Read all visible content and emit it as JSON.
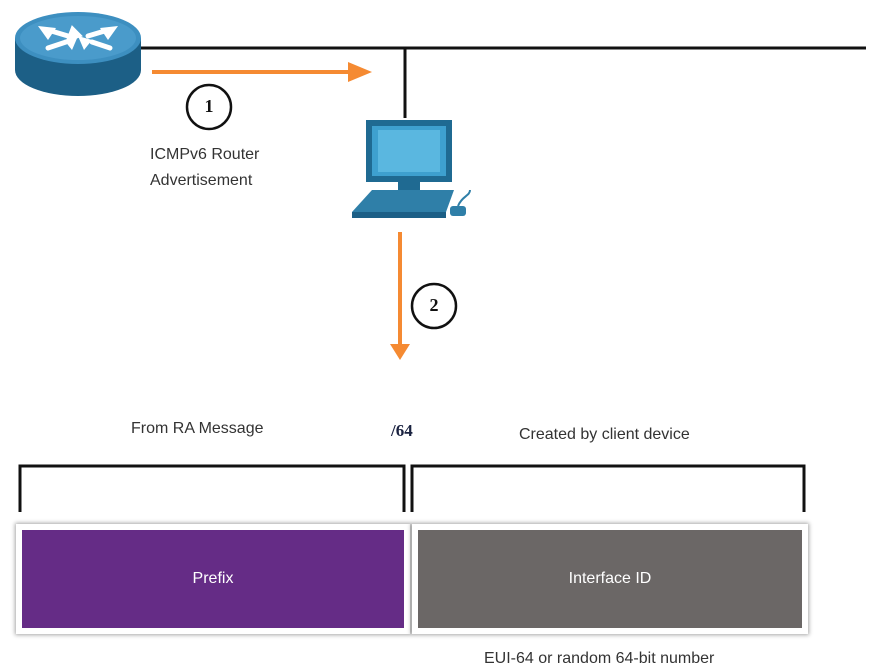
{
  "diagram": {
    "step1_number": "1",
    "step1_label_line1": "ICMPv6 Router",
    "step1_label_line2": "Advertisement",
    "step2_number": "2",
    "prefix_source_label": "From RA Message",
    "prefix_length_label": "/64",
    "interface_source_label": "Created by client device",
    "prefix_box_label": "Prefix",
    "interface_box_label": "Interface ID",
    "interface_note": "EUI-64 or random 64-bit number"
  },
  "colors": {
    "arrow": "#f58a32",
    "prefix_box": "#652c86",
    "interface_box": "#6b6766",
    "device_blue": "#2f7fa8"
  },
  "icons": {
    "router": "router-icon",
    "computer": "computer-icon"
  }
}
